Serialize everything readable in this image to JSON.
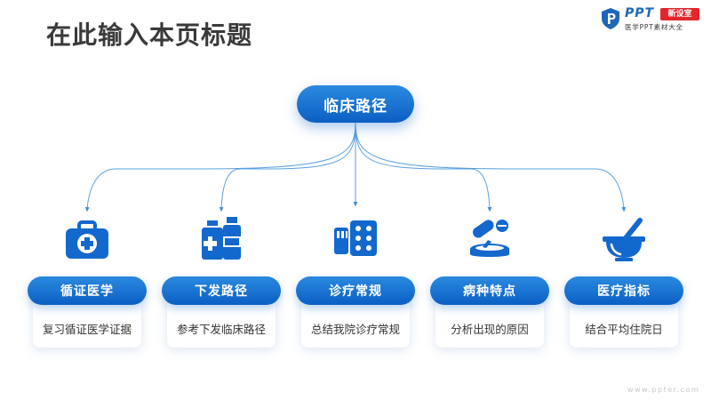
{
  "page": {
    "title": "在此输入本页标题"
  },
  "logo": {
    "ppt": "PPT",
    "badge": "新设室",
    "subtitle": "医学PPT素材大全"
  },
  "root": {
    "label": "临床路径"
  },
  "nodes": [
    {
      "label": "循证医学",
      "desc": "复习循证医学证据",
      "icon": "medical-kit-icon"
    },
    {
      "label": "下发路径",
      "desc": "参考下发临床路径",
      "icon": "medicine-bottles-icon"
    },
    {
      "label": "诊疗常规",
      "desc": "总结我院诊疗常规",
      "icon": "pill-blister-icon"
    },
    {
      "label": "病种特点",
      "desc": "分析出现的原因",
      "icon": "capsule-dish-icon"
    },
    {
      "label": "医疗指标",
      "desc": "结合平均住院日",
      "icon": "mortar-pestle-icon"
    }
  ],
  "watermark": "www.ppter.com",
  "colors": {
    "accent": "#1268cd",
    "accent_light": "#2b8ae0",
    "title": "#3a3a3a"
  }
}
